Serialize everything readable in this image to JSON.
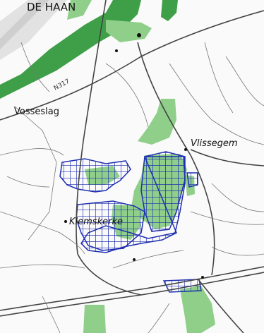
{
  "map": {
    "labels": {
      "de_haan": "DE HAAN",
      "vosseslag": "Vosseslag",
      "vlissegem": "Vlissegem",
      "wenduine_road": "N317",
      "klemskerke": "Klemskerke"
    },
    "colors": {
      "green_zone": "#8fcf8a",
      "dark_green_zone": "#3f9f48",
      "habitat_hatch": "#1f2fb0",
      "road": "#444444",
      "coast_dune": "#d9d9d9"
    }
  }
}
